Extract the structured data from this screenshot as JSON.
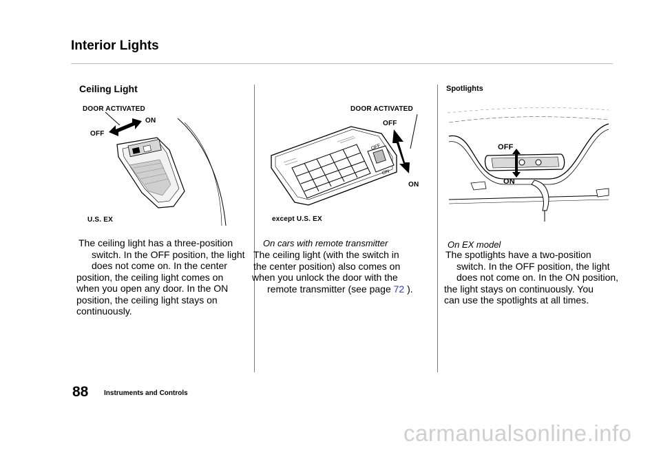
{
  "header": {
    "title": "Interior Lights"
  },
  "ceiling": {
    "title": "Ceiling Light",
    "fig": {
      "door_activated": "DOOR ACTIVATED",
      "on": "ON",
      "off": "OFF",
      "caption": "U.S. EX"
    },
    "body": [
      "The ceiling light has a three-position",
      "switch. In the OFF position, the light",
      "does not come on. In the center",
      "position, the ceiling light comes on",
      "when you open any door. In the ON",
      "position, the ceiling light stays on",
      "continuously."
    ]
  },
  "remote": {
    "fig": {
      "door_activated": "DOOR ACTIVATED",
      "off": "OFF",
      "on": "ON",
      "switch_off": "OFF",
      "switch_on": "ON",
      "caption": "except U.S. EX"
    },
    "subtitle": "On cars with remote transmitter",
    "body": [
      "The ceiling light (with the switch in",
      "the center position) also comes on",
      "when you unlock the door with the"
    ],
    "body_last_prefix": "remote transmitter (see page ",
    "page_link": "72",
    "body_last_suffix": " )."
  },
  "spotlights": {
    "title": "Spotlights",
    "fig": {
      "off": "OFF",
      "on": "ON"
    },
    "subtitle": "On EX model",
    "body": [
      "The spotlights have a two-position",
      "switch. In the OFF position, the light",
      "does not come on. In the ON position,",
      "the light stays on continuously. You",
      "can use the spotlights at all times."
    ]
  },
  "footer": {
    "page_number": "88",
    "section": "Instruments and Controls"
  },
  "watermark": "carmanualsonline.info"
}
